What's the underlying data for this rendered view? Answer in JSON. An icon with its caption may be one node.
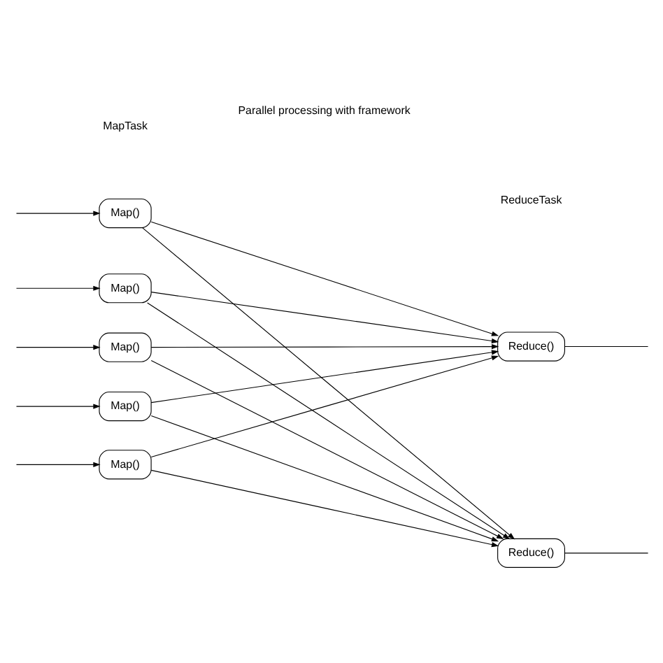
{
  "diagram": {
    "nodes": [
      {
        "text": [
          "Map()"
        ]
      },
      {
        "text": [
          "Map()"
        ]
      },
      {
        "text": [
          "Map()"
        ]
      },
      {
        "text": [
          "Map()"
        ]
      },
      {
        "text": [
          "Map()"
        ]
      },
      {
        "text": [
          "Reduce()"
        ]
      },
      {
        "text": [
          "Reduce()"
        ]
      }
    ],
    "edges": [
      {
        "from": null,
        "to": 0,
        "arrow": "to"
      },
      {
        "from": null,
        "to": 1,
        "arrow": "to"
      },
      {
        "from": null,
        "to": 2,
        "arrow": "to"
      },
      {
        "from": null,
        "to": 3,
        "arrow": "to"
      },
      {
        "from": null,
        "to": 4,
        "arrow": "to"
      },
      {
        "from": 0,
        "to": 5,
        "arrow": "to"
      },
      {
        "from": 0,
        "to": 6,
        "arrow": "to"
      },
      {
        "from": 1,
        "to": 5,
        "arrow": "to"
      },
      {
        "from": 1,
        "to": 6,
        "arrow": "to"
      },
      {
        "from": 2,
        "to": 5,
        "arrow": "to"
      },
      {
        "from": 2,
        "to": 6,
        "arrow": "to"
      },
      {
        "from": 3,
        "to": 5,
        "arrow": "to"
      },
      {
        "from": 3,
        "to": 6,
        "arrow": "to"
      },
      {
        "from": 4,
        "to": 5,
        "arrow": "to"
      },
      {
        "from": 4,
        "to": 6,
        "arrow": "to"
      },
      {
        "from": 5,
        "to": null,
        "arrow": "none"
      },
      {
        "from": 6,
        "to": null,
        "arrow": "none"
      }
    ],
    "labels": [
      "MapTask",
      "Parallel processing with framework",
      "ReduceTask"
    ]
  }
}
